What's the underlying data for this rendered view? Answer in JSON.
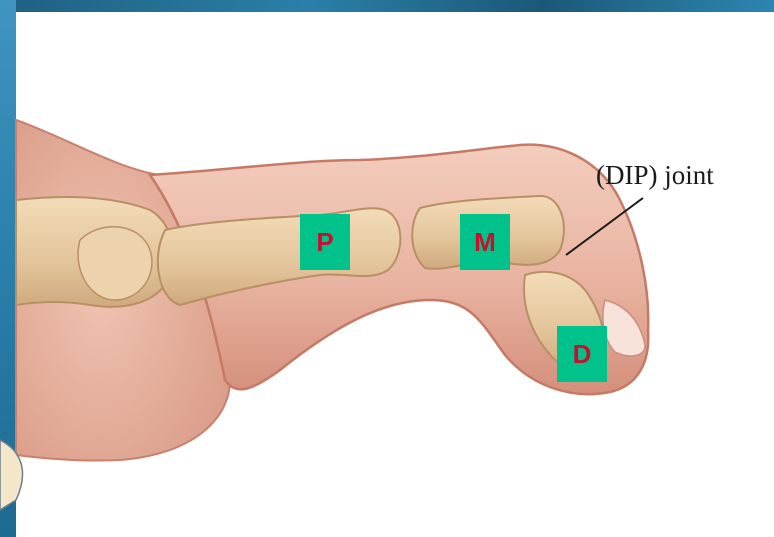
{
  "labels": {
    "proximal": "P",
    "middle": "M",
    "distal": "D",
    "dip_joint": "(DIP) joint"
  },
  "colors": {
    "label_box_bg": "#00c28a",
    "label_text": "#c8102e",
    "skin": "#eab9a8",
    "bone": "#e8cfa8",
    "frame_blue": "#2a7fa8"
  }
}
